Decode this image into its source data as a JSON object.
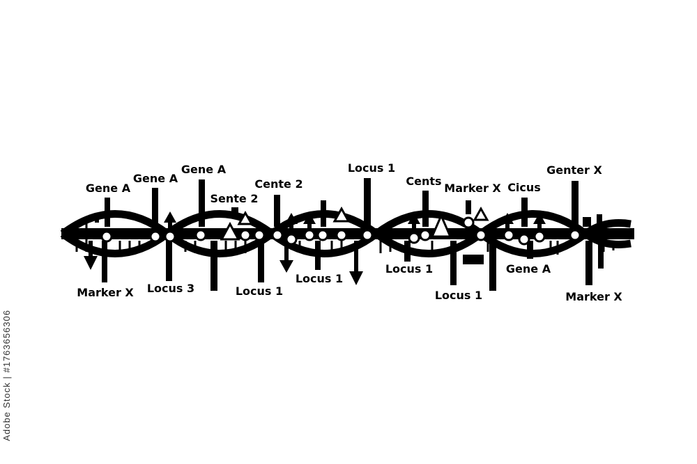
{
  "labels": {
    "l1": "Gene A",
    "l2": "Gene A",
    "l3": "Gene A",
    "l4": "Sente 2",
    "l5": "Cente 2",
    "l6": "Locus 1",
    "l7": "Cents",
    "l8": "Marker X",
    "l9": "Cicus",
    "l10": "Genter X",
    "l11": "Marker X",
    "l12": "Locus 3",
    "l13": "Locus 1",
    "l14": "Locus 1",
    "l15": "Locus 1",
    "l16": "Locus 1",
    "l17": "Gene A",
    "l18": "Marker X"
  },
  "stock_id": "Adobe Stock | #1763656306",
  "colors": {
    "ink": "#000000",
    "background": "#ffffff"
  }
}
